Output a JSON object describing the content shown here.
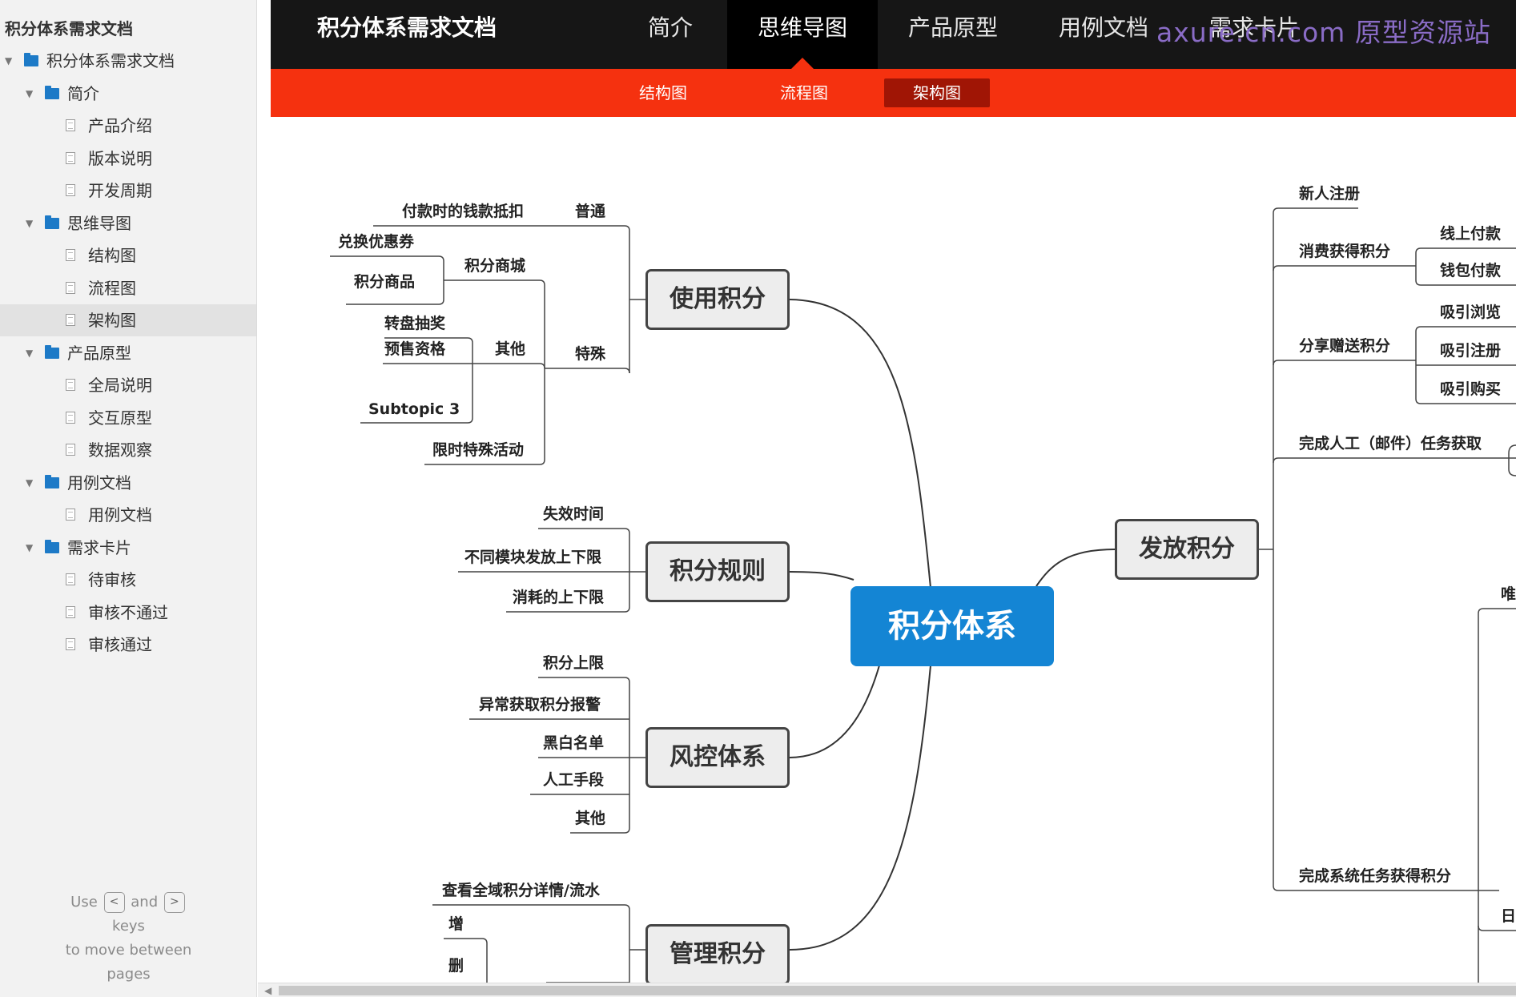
{
  "sidebar": {
    "title": "积分体系需求文档",
    "tree": [
      {
        "label": "积分体系需求文档",
        "level": 0,
        "kind": "folder",
        "expanded": true
      },
      {
        "label": "简介",
        "level": 1,
        "kind": "folder",
        "expanded": true
      },
      {
        "label": "产品介绍",
        "level": 2,
        "kind": "page"
      },
      {
        "label": "版本说明",
        "level": 2,
        "kind": "page"
      },
      {
        "label": "开发周期",
        "level": 2,
        "kind": "page"
      },
      {
        "label": "思维导图",
        "level": 1,
        "kind": "folder",
        "expanded": true
      },
      {
        "label": "结构图",
        "level": 2,
        "kind": "page"
      },
      {
        "label": "流程图",
        "level": 2,
        "kind": "page"
      },
      {
        "label": "架构图",
        "level": 2,
        "kind": "page",
        "selected": true
      },
      {
        "label": "产品原型",
        "level": 1,
        "kind": "folder",
        "expanded": true
      },
      {
        "label": "全局说明",
        "level": 2,
        "kind": "page"
      },
      {
        "label": "交互原型",
        "level": 2,
        "kind": "page"
      },
      {
        "label": "数据观察",
        "level": 2,
        "kind": "page"
      },
      {
        "label": "用例文档",
        "level": 1,
        "kind": "folder",
        "expanded": true
      },
      {
        "label": "用例文档",
        "level": 2,
        "kind": "page"
      },
      {
        "label": "需求卡片",
        "level": 1,
        "kind": "folder",
        "expanded": true
      },
      {
        "label": "待审核",
        "level": 2,
        "kind": "page"
      },
      {
        "label": "审核不通过",
        "level": 2,
        "kind": "page"
      },
      {
        "label": "审核通过",
        "level": 2,
        "kind": "page"
      }
    ],
    "hint": {
      "use": "Use",
      "prev_key": "<",
      "and": "and",
      "next_key": ">",
      "line2": "keys",
      "line3": "to move between",
      "line4": "pages"
    }
  },
  "header": {
    "title": "积分体系需求文档",
    "tabs": [
      "简介",
      "思维导图",
      "产品原型",
      "用例文档",
      "需求卡片"
    ],
    "active_tab": "思维导图",
    "watermark": "axure.cn.com 原型资源站",
    "subtabs": [
      "结构图",
      "流程图",
      "架构图"
    ],
    "active_subtab": "架构图"
  },
  "mindmap": {
    "center": "积分体系",
    "branches": {
      "use": "使用积分",
      "rules": "积分规则",
      "risk": "风控体系",
      "manage": "管理积分",
      "issue": "发放积分"
    },
    "use_points": {
      "normal": "普通",
      "normal_item": "付款时的钱款抵扣",
      "special": "特殊",
      "mall": "积分商城",
      "mall_items": [
        "兑换优惠券",
        "积分商品"
      ],
      "other": "其他",
      "other_items": [
        "转盘抽奖",
        "预售资格",
        "Subtopic 3"
      ],
      "limited": "限时特殊活动"
    },
    "rules_items": [
      "失效时间",
      "不同模块发放上下限",
      "消耗的上下限"
    ],
    "risk_items": [
      "积分上限",
      "异常获取积分报警",
      "黑白名单",
      "人工手段",
      "其他"
    ],
    "manage_items": {
      "view": "查看全域积分详情/流水",
      "add": "增",
      "delete": "删"
    },
    "issue_items": {
      "new_user": "新人注册",
      "consume": "消费获得积分",
      "consume_items": [
        "线上付款",
        "钱包付款"
      ],
      "share": "分享赠送积分",
      "share_items": [
        "吸引浏览",
        "吸引注册",
        "吸引购买"
      ],
      "manual_task": "完成人工（邮件）任务获取",
      "system_task": "完成系统任务获得积分",
      "partial_right": [
        "唯",
        "日"
      ]
    }
  },
  "colors": {
    "header_bg": "#161616",
    "subbar_bg": "#f5310f",
    "active_subtab_bg": "#a01505",
    "center_node": "#1485d4",
    "folder_icon": "#1d7ac7",
    "watermark": "#8a6cc6"
  }
}
